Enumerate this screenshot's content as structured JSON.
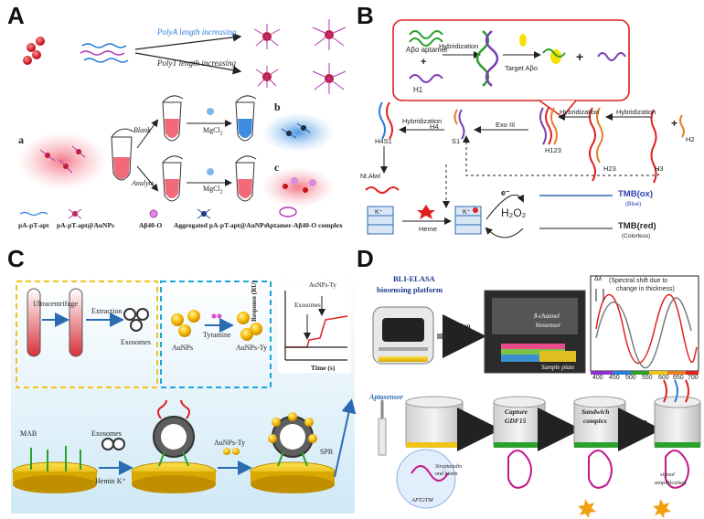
{
  "panel_letters": [
    "A",
    "B",
    "C",
    "D"
  ],
  "panel_a": {
    "arrow_top_label": "PolyA length increasing",
    "arrow_bottom_label": "PolyT length increasing",
    "sub_a": "a",
    "sub_b": "b",
    "sub_c": "c",
    "branch_top": "Blank",
    "branch_bottom": "Analyte",
    "mgcl2_top": "MgCl",
    "mgcl2_bottom": "MgCl",
    "mgcl2_sub": "2",
    "legend": [
      "pA-pT-apt",
      "pA-pT-apt@AuNPs",
      "Aβ40-O",
      "Aggregated pA-pT-apt@AuNPs",
      "Aptamer-Aβ40-O complex"
    ]
  },
  "panel_b": {
    "abeta_aptamer": "Aβo aptamer",
    "plus1": "+",
    "h1": "H1",
    "hybridization_top": "Hybridization",
    "target": "Target  Aβo",
    "plus2": "+",
    "h4s1": "H4S1",
    "hybridization_left": "Hybridization",
    "h4": "H4",
    "s1": "S1",
    "exo": "Exo III",
    "hybridization_mid": "Hybridization",
    "h123": "H123",
    "hybridization_right": "Hybridization",
    "h23": "H23",
    "h3": "H3",
    "plus3": "+",
    "h2": "H2",
    "nlaiv": "Nt.AlwI",
    "k_labels": [
      "K⁺",
      "K⁺"
    ],
    "heme": "Heme",
    "electron": "e⁻",
    "h2o2": "H₂O₂",
    "tmb_ox": "TMB(ox)",
    "tmb_ox_sub": "(Blue)",
    "tmb_red": "TMB(red)",
    "tmb_red_sub": "(Colorless)"
  },
  "panel_c": {
    "ultracentrifuge": "Ultracentrifuge",
    "extraction": "Extraction",
    "exosomes": "Exosomes",
    "aunps": "AuNPs",
    "tyramine": "Tyramine",
    "aunps_ty": "AuNPs-Ty",
    "plot_top_label": "AuNPs-Ty",
    "plot_exo_label": "Exosomes",
    "ylabel": "Response (RU)",
    "xlabel": "Time (s)",
    "mab": "MAB",
    "exosomes_bottom": "Exosomes",
    "hemin": "Hemin K⁺",
    "aunps_ty_bottom": "AuNPs-Ty",
    "spr": "SPR"
  },
  "panel_d": {
    "platform_title_1": "BLI-ELASA",
    "platform_title_2": "biosensing platform",
    "detection": "Detection",
    "channel_label_1": "8-channel",
    "channel_label_2": "biosensor",
    "sample_plate": "Sample plate",
    "delta_lambda": "Δλ",
    "spectral_note_1": "(Spectral shift due to",
    "spectral_note_2": "change in thickness)",
    "spectrum_ticks": [
      "400",
      "450",
      "500",
      "550",
      "600",
      "650",
      "700"
    ],
    "aptasensor": "Aptasensor",
    "strep": "Streptavidin",
    "strep2": "and biotin",
    "apt2tm": "APT2TM",
    "capture_1": "Capture",
    "capture_2": "GDF15",
    "sandwich_1": "Sandwich",
    "sandwich_2": "complex",
    "dab": "DAB",
    "signal_1": "signal",
    "signal_2": "amplification"
  }
}
